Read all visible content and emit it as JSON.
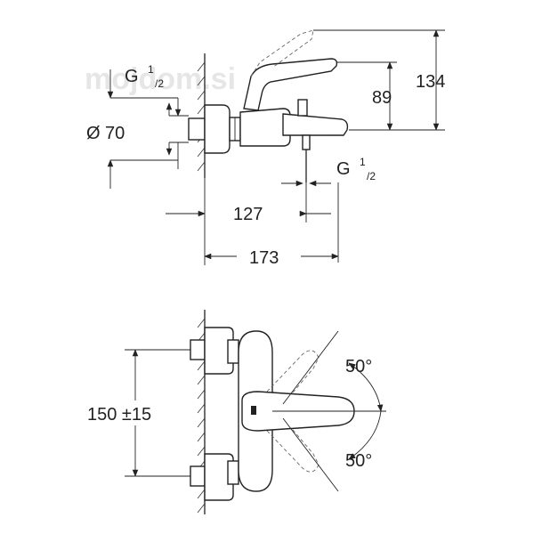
{
  "watermark": "mojdom.si",
  "side_view": {
    "thread_top": {
      "main": "G ",
      "sup": "1",
      "sub": "/2"
    },
    "diameter": {
      "symbol": "Ø",
      "value": "70"
    },
    "thread_bottom": {
      "main": "G ",
      "sup": "1",
      "sub": "/2"
    },
    "dim_height_total": "134",
    "dim_height_outlet": "89",
    "dim_outlet_depth": "127",
    "dim_total_depth": "173"
  },
  "front_view": {
    "dim_centers": "150 ±15",
    "angle_up": "50°",
    "angle_down": "50°"
  },
  "colors": {
    "line": "#222222",
    "ghost": "#666666",
    "watermark": "#e6e6e6"
  }
}
